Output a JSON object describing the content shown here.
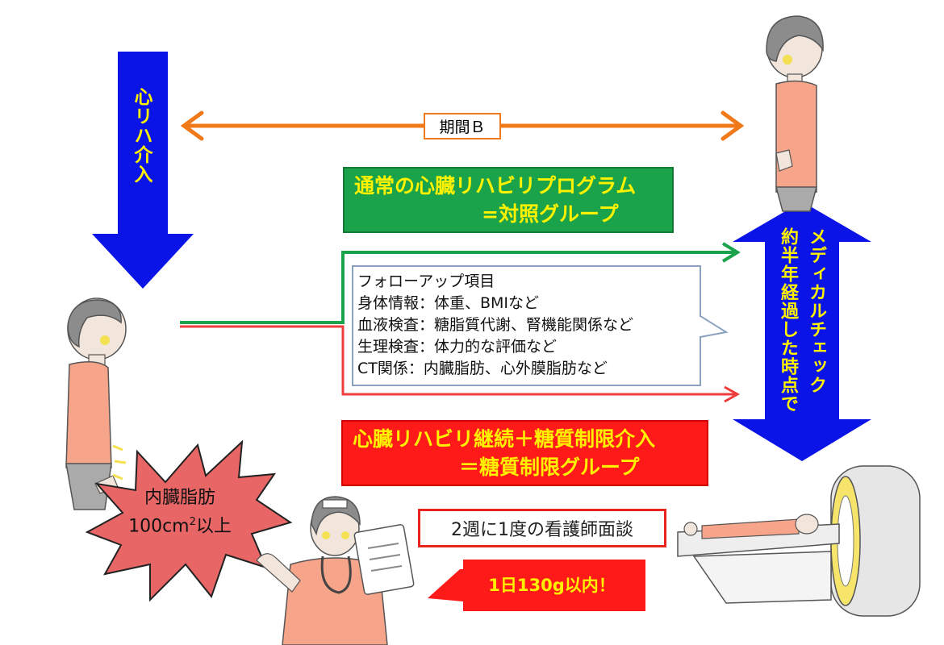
{
  "period_label": "期間Ｂ",
  "cardio_intervention": "心リハ介入",
  "control_group": {
    "line1": "通常の心臓リハビリプログラム",
    "line2": "=対照グループ"
  },
  "followup": {
    "items": [
      "フォローアップ項目",
      "身体情報：体重、BMIなど",
      "血液検査：糖脂質代謝、腎機能関係など",
      "生理検査：体力的な評価など",
      "CT関係：内臓脂肪、心外膜脂肪など"
    ]
  },
  "medical_check": {
    "col1": "メディカルチェック",
    "col2": "約半年経過した時点で"
  },
  "carb_group": {
    "line1": "心臓リハビリ継続＋糖質制限介入",
    "line2": "＝糖質制限グループ"
  },
  "visceral_fat": {
    "line1": "内臓脂肪",
    "value": "100cm",
    "exponent": "2",
    "suffix": "以上"
  },
  "nurse_interview": "2週に1度の看護師面談",
  "carb_limit": "1日130g以内！",
  "colors": {
    "orange_arrow": "#f07a1a",
    "blue_arrow": "#0a14e6",
    "green": "#1aa34a",
    "red": "#ff1a1a",
    "yellow_text": "#fff200"
  }
}
